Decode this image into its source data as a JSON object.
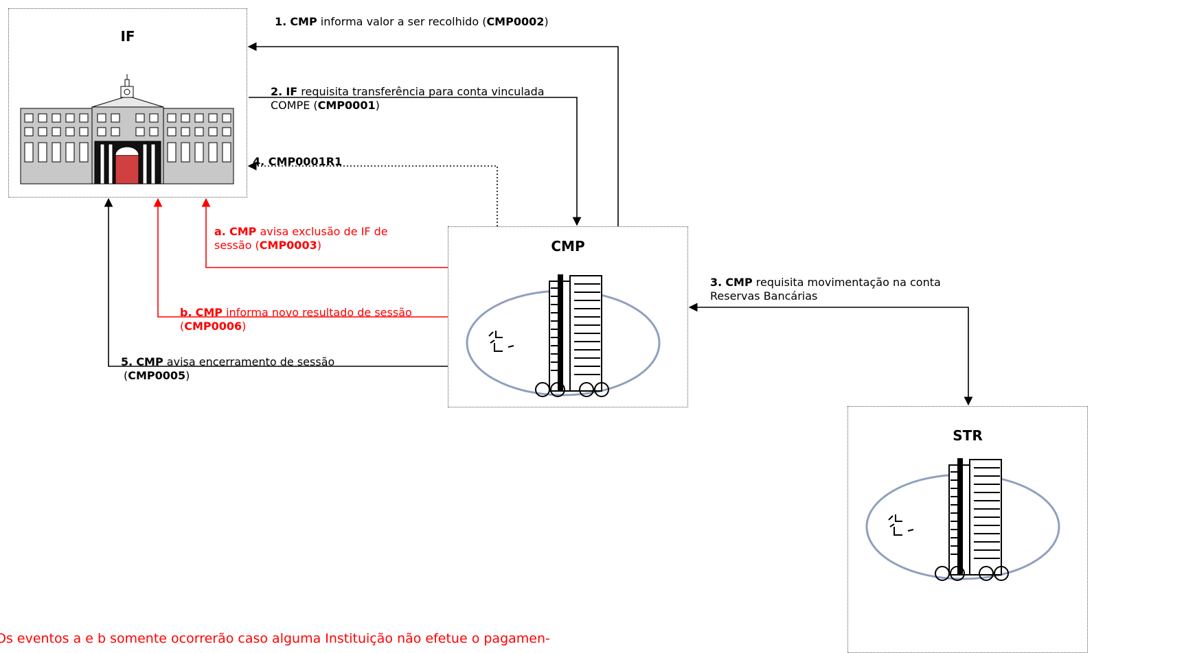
{
  "nodes": {
    "if": {
      "title": "IF"
    },
    "cmp": {
      "title": "CMP"
    },
    "str": {
      "title": "STR"
    }
  },
  "messages": {
    "m1": {
      "num": "1.",
      "actor": "CMP",
      "text": " informa valor a ser recolhido (",
      "code": "CMP0002",
      "close": ")"
    },
    "m2": {
      "num": "2.",
      "actor": "IF",
      "text": " requisita transferência para conta vinculada",
      "line2": "COMPE (",
      "code": "CMP0001",
      "close": ")"
    },
    "m3": {
      "num": "3.",
      "actor": "CMP",
      "text": " requisita movimentação na conta",
      "line2": "Reservas Bancárias"
    },
    "m4": {
      "text": "4. CMP0001R1"
    },
    "m5": {
      "num": "5.",
      "actor": "CMP",
      "text": " avisa encerramento de sessão",
      "open": "(",
      "code": "CMP0005",
      "close": ")"
    },
    "ma": {
      "num": "a.",
      "actor": "CMP",
      "text": " avisa exclusão de IF de",
      "line2": "sessão (",
      "code": "CMP0003",
      "close": ")"
    },
    "mb": {
      "num": "b.",
      "actor": "CMP",
      "text": " informa novo resultado de sessão",
      "open": "(",
      "code": "CMP0006",
      "close": ")"
    }
  },
  "footnote": "Os eventos a e b somente ocorrerão caso alguma Instituição não efetue o pagamen-",
  "colors": {
    "black": "#000000",
    "red": "#ff0000",
    "building": "#c8c8c8",
    "ellipse": "#8fa0bd"
  }
}
